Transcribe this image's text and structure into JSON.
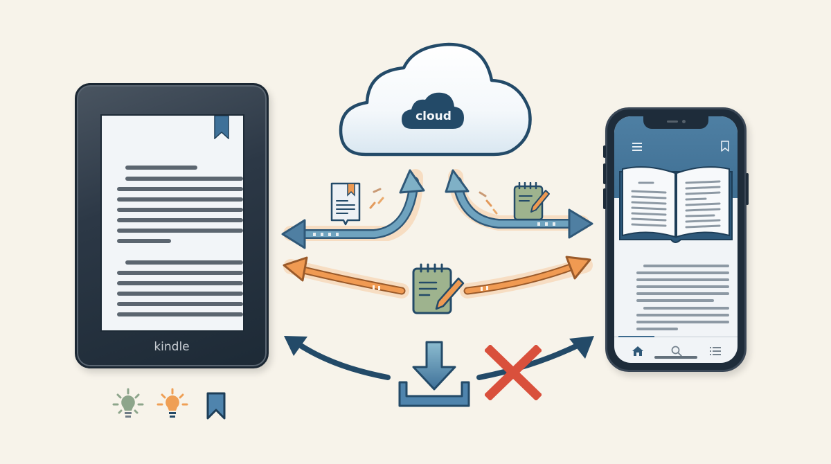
{
  "diagram": {
    "title": "",
    "background_color": "#f7f3ea"
  },
  "cloud": {
    "label": "cloud",
    "badge_color": "#234a68",
    "outline_color": "#234a68"
  },
  "kindle_device": {
    "brand_label": "kindle",
    "bezel_color": "#2c3846",
    "screen_color": "#f2f5f8",
    "bookmark_color": "#3f7199",
    "text_line_count": 13
  },
  "phone_device": {
    "header_color": "#4e7fa3",
    "menu_icon": "hamburger-menu-icon",
    "bookmark_icon": "bookmark-outline-icon",
    "content": "open-book-illustration",
    "tab_bar": [
      {
        "icon": "home-icon",
        "active": true
      },
      {
        "icon": "search-icon",
        "active": false
      },
      {
        "icon": "list-icon",
        "active": false
      }
    ]
  },
  "sync_flows": [
    {
      "id": "kindle-cloud-bookmark",
      "from": "kindle",
      "to": "cloud",
      "style": "bidirectional-curved",
      "color": "#5f8fae",
      "icon": "bookmark-document-icon"
    },
    {
      "id": "phone-cloud-notes",
      "from": "phone",
      "to": "cloud",
      "style": "bidirectional-curved",
      "color": "#5f8fae",
      "icon": "notepad-pencil-icon"
    },
    {
      "id": "notes-sync",
      "from": "center",
      "to": [
        "kindle",
        "phone"
      ],
      "style": "orange-arrows",
      "color": "#ee9a55",
      "icon": "notepad-pencil-icon"
    },
    {
      "id": "download",
      "from": "center",
      "to": [
        "kindle",
        "phone"
      ],
      "style": "dark-arrows",
      "color": "#234a68",
      "icon": "download-icon",
      "blocked_side": "phone",
      "blocked_icon": "red-x-icon",
      "blocked_color": "#d9503c"
    }
  ],
  "legend": [
    {
      "icon": "lightbulb-icon",
      "color": "#8da58b"
    },
    {
      "icon": "lightbulb-icon",
      "color": "#ef9f55"
    },
    {
      "icon": "bookmark-icon",
      "color": "#3f7199"
    }
  ]
}
